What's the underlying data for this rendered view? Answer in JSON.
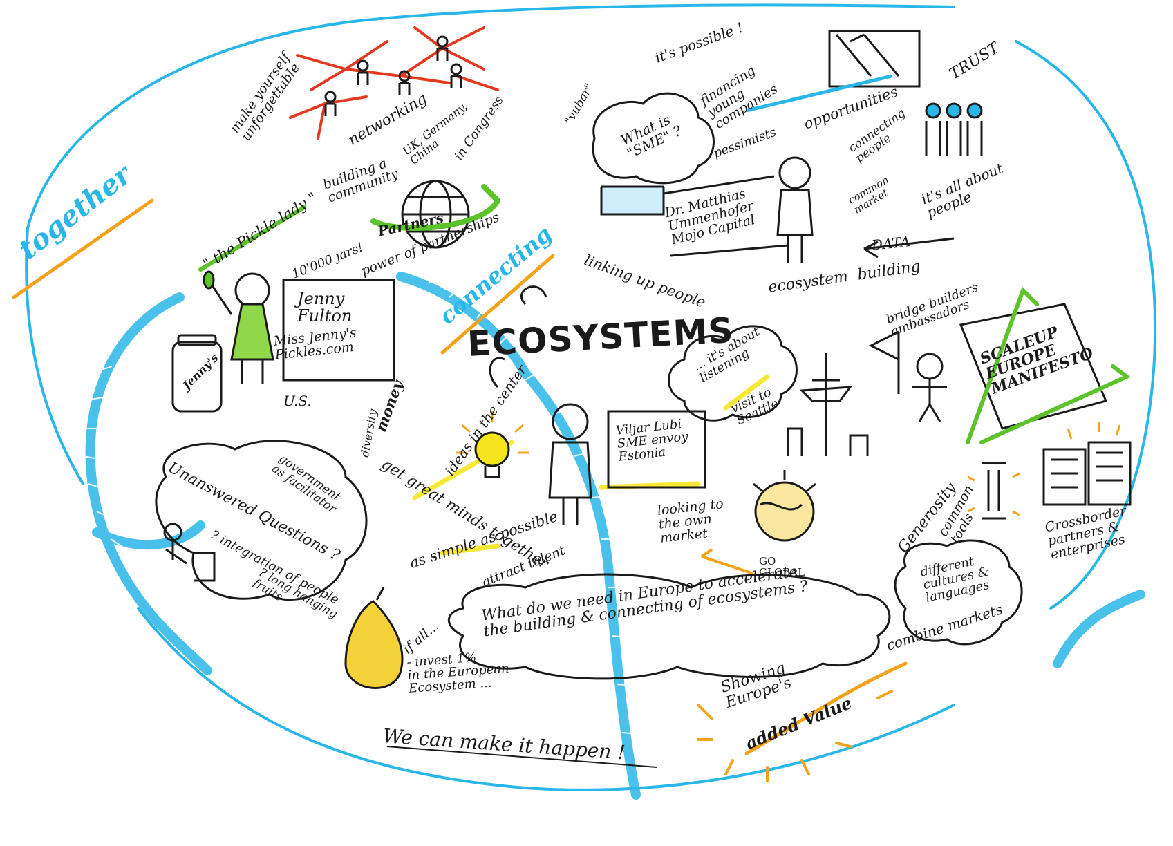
{
  "title": "ECOSYSTEMS",
  "colors": {
    "ink": "#1a1a1a",
    "blue": "#29b6e8",
    "orange": "#f2a21b",
    "red": "#e5391f",
    "green": "#5cc32a",
    "yellow": "#f5e51d"
  },
  "labels": {
    "together": "together",
    "connecting": "connecting",
    "make_yourself": "make yourself\nunforgettable",
    "networking": "networking",
    "uk_germany_china": "UK, Germany,\nChina",
    "in_congress": "in Congress",
    "building_community": "building a\ncommunity",
    "pickle_lady": "\" the Pickle lady \"",
    "jars": "10'000 jars!",
    "partners": "Partners",
    "power_of_partnerships": "power of partnerships",
    "jenny_name": "Jenny\nFulton",
    "jenny_company": "Miss Jenny's\nPickles.com",
    "us": "U.S.",
    "jar_label": "Jenny's",
    "its_possible": "it's possible !",
    "vubar": "\"vubar\"",
    "what_is_sme": "What is\n\"SME\" ?",
    "financing": "financing\nyoung\ncompanies",
    "pessimists": "pessimists",
    "opportunities": "opportunities",
    "trust": "TRUST",
    "connecting_people": "connecting\npeople",
    "common_market": "common\nmarket",
    "its_all_about_people": "it's all about\npeople",
    "matthias": "Dr. Matthias\nUmmenhofer\nMojo Capital",
    "linking_up": "linking up people",
    "data": "DATA",
    "ecosystem_building": "ecosystem  building",
    "bridge_builders": "bridge builders\nambassadors",
    "scaleup": "SCALEUP\nEUROPE\nMANIFESTO",
    "its_about_listening": "... it's about\nlistening",
    "visit_seattle": "visit to\nSeattle",
    "viljar": "Viljar Lubi\nSME envoy\nEstonia",
    "money": "money",
    "ideas_center": "ideas in the center",
    "great_minds": "get great minds together",
    "diversity": "diversity",
    "as_simple": "as simple as possible",
    "attract_talent": "attract talent",
    "government": "government\nas facilitator",
    "unanswered": "Unanswered Questions ?",
    "integration": "? integration of people",
    "long_hanging": "? long hanging\nfruits",
    "if_all": "if all...",
    "invest": "- invest 1%\nin the European\nEcosystem ...",
    "looking_to": "looking to\nthe own\nmarket",
    "go_global": "GO\nGLOBAL",
    "generosity": "Generosity",
    "common_tools": "common\ntools",
    "crossborder": "Crossborder\npartners &\nenterprises",
    "different_cultures": "different\ncultures &\nlanguages",
    "combine_markets": "combine markets",
    "central_question": "What do we need in Europe to accelerate\nthe building & connecting of ecosystems ?",
    "showing": "Showing\nEurope's",
    "added_value": "added Value",
    "make_it_happen": "We can make it happen !"
  }
}
